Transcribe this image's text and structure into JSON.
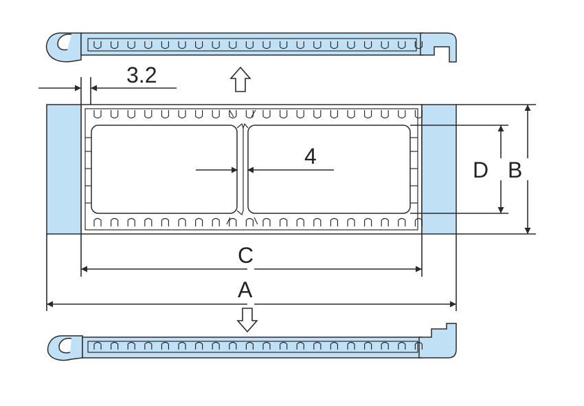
{
  "labels": {
    "dim_a": "A",
    "dim_b": "B",
    "dim_c": "C",
    "dim_d": "D",
    "dim_wall": "3.2",
    "dim_divider": "4"
  },
  "colors": {
    "part_fill": "#bfe0f5",
    "line": "#2a2a2a",
    "background": "#ffffff"
  },
  "icons": {
    "remove_direction": "arrow-up-outline-icon",
    "install_direction": "arrow-down-outline-icon"
  }
}
